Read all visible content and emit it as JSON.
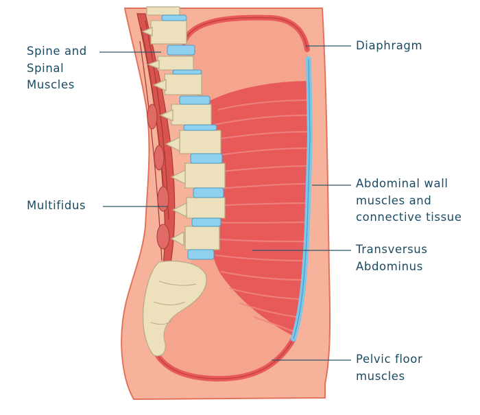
{
  "labels": {
    "spine": [
      "Spine and",
      "Spinal",
      "Muscles"
    ],
    "multifidus": [
      "Multifidus"
    ],
    "diaphragm": [
      "Diaphragm"
    ],
    "abdominal": [
      "Abdominal wall",
      "muscles and",
      "connective tissue"
    ],
    "transversus": [
      "Transversus",
      "Abdominus"
    ],
    "pelvic": [
      "Pelvic floor",
      "muscles"
    ]
  },
  "colors": {
    "skin": "#f7b29c",
    "skin_outline": "#e2725b",
    "core_fill": "#f5a48d",
    "muscle": "#e8595a",
    "muscle_stripe": "#f08584",
    "spinal_muscle": "#d9534f",
    "bone": "#ece0bd",
    "bone_outline": "#b9ab85",
    "disc": "#8fd0ef",
    "fascia_blue": "#7ec6e8",
    "label_text": "#1a4a63",
    "leader_line": "#2f5568"
  }
}
